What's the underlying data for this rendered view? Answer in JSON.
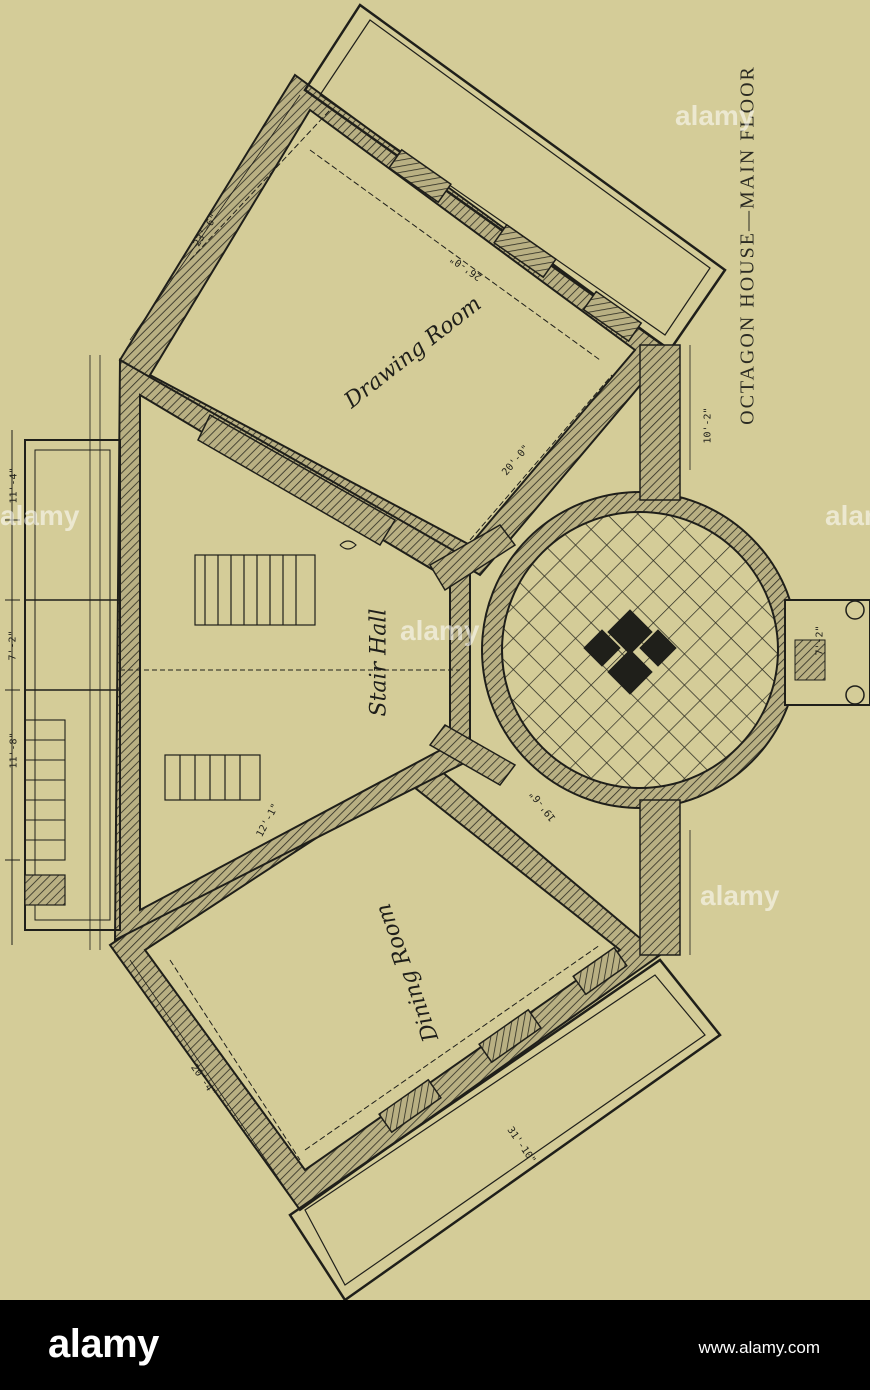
{
  "caption": "OCTAGON HOUSE—MAIN FLOOR",
  "rooms": {
    "drawing_room": "Drawing Room",
    "stair_hall": "Stair Hall",
    "dining_room": "Dining Room"
  },
  "dimensions": {
    "d1": "23'-6\"",
    "d2": "20'-0\"",
    "d3": "26'-0\"",
    "d4": "31'-10\"",
    "d5": "20'-4\"",
    "d6": "10'-2\"",
    "d7": "11'-8\"",
    "d8": "7'-2\"",
    "d9": "11'-4\"",
    "d10": "12'-1\"",
    "d11": "19'-6\"",
    "d12": "7'-2\""
  },
  "watermark": "alamy",
  "banner": {
    "brand": "alamy",
    "image_id": "www.alamy.com"
  },
  "colors": {
    "paper": "#d4cc98",
    "ink": "#1f1f1a",
    "banner": "#000000"
  }
}
